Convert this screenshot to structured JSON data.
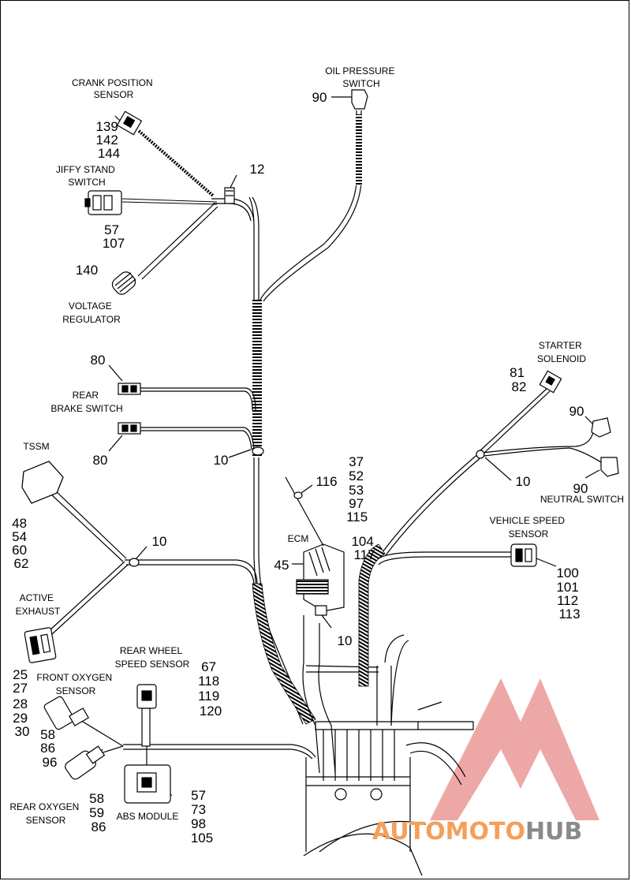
{
  "labels": {
    "crank_position_sensor": [
      "CRANK POSITION",
      "SENSOR"
    ],
    "jiffy_stand_switch": [
      "JIFFY STAND",
      "SWITCH"
    ],
    "voltage_regulator": [
      "VOLTAGE",
      "REGULATOR"
    ],
    "oil_pressure_switch": [
      "OIL PRESSURE",
      "SWITCH"
    ],
    "rear_brake_switch": [
      "REAR",
      "BRAKE SWITCH"
    ],
    "tssm": [
      "TSSM"
    ],
    "active_exhaust": [
      "ACTIVE",
      "EXHAUST"
    ],
    "front_oxygen_sensor": [
      "FRONT OXYGEN",
      "SENSOR"
    ],
    "rear_oxygen_sensor": [
      "REAR OXYGEN",
      "SENSOR"
    ],
    "rear_wheel_speed_sensor": [
      "REAR WHEEL",
      "SPEED SENSOR"
    ],
    "abs_module": [
      "ABS MODULE"
    ],
    "ecm": [
      "ECM"
    ],
    "starter_solenoid": [
      "STARTER",
      "SOLENOID"
    ],
    "neutral_switch": [
      "NEUTRAL SWITCH"
    ],
    "vehicle_speed_sensor": [
      "VEHICLE SPEED",
      "SENSOR"
    ]
  },
  "callouts": {
    "crank": [
      "139",
      "142",
      "144"
    ],
    "clip_top": [
      "12"
    ],
    "jiffy": [
      "57",
      "107"
    ],
    "voltage_regulator": [
      "140"
    ],
    "oil_pressure": [
      "90"
    ],
    "brake_upper": [
      "80"
    ],
    "brake_lower": [
      "80"
    ],
    "clip_mid": [
      "10"
    ],
    "tssm": [
      "48",
      "54",
      "60",
      "62"
    ],
    "clip_left": [
      "10"
    ],
    "active_exhaust": [
      "25",
      "27",
      "28",
      "29",
      "30"
    ],
    "front_oxygen": [
      "58",
      "86",
      "96"
    ],
    "rear_oxygen": [
      "58",
      "59",
      "86"
    ],
    "rear_wheel_speed": [
      "67",
      "118",
      "119",
      "120"
    ],
    "abs_module": [
      "57",
      "73",
      "98",
      "105"
    ],
    "ecm_mount": [
      "116"
    ],
    "ecm_refs": [
      "37",
      "52",
      "53",
      "97",
      "115",
      "104",
      "117"
    ],
    "ecm": [
      "45"
    ],
    "clip_ecm": [
      "10"
    ],
    "starter": [
      "81",
      "82"
    ],
    "neutral_upper": [
      "90"
    ],
    "neutral_lower": [
      "90"
    ],
    "clip_right": [
      "10"
    ],
    "vehicle_speed": [
      "100",
      "101",
      "112",
      "113"
    ]
  },
  "watermark": {
    "word_a": "AUTOMOTO",
    "word_b": "HUB"
  },
  "colors": {
    "line": "#000000",
    "watermark_triangle": "#e88a8a",
    "watermark_text_a": "#f5a05a",
    "watermark_text_b": "#8a8a8a"
  }
}
